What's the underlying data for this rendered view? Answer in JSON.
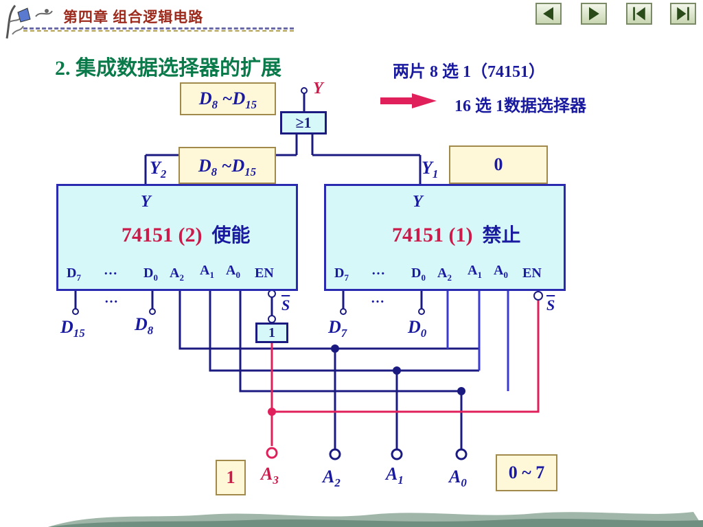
{
  "header": {
    "chapter_title": "第四章  组合逻辑电路"
  },
  "nav": {
    "buttons": [
      "previous",
      "next",
      "first",
      "last"
    ]
  },
  "slide": {
    "section_title": "2.  集成数据选择器的扩展",
    "subtitle_line1": "两片 8 选 1（74151）",
    "subtitle_line2": "16 选 1数据选择器"
  },
  "diagram": {
    "output_Y": "Y",
    "or_gate_label": "≥1",
    "top_data_box": {
      "main": "D",
      "sub1": "8",
      "sep": " ~D",
      "sub2": "15"
    },
    "y2_label": {
      "main": "Y",
      "sub": "2"
    },
    "y1_label": {
      "main": "Y",
      "sub": "1"
    },
    "middle_data_box": {
      "main": "D",
      "sub1": "8",
      "sep": " ~D",
      "sub2": "15"
    },
    "right_value_box": "0",
    "chip2": {
      "y": "Y",
      "name": "74151 (2)",
      "mode": "使能",
      "pins": {
        "d7": "D",
        "d7sub": "7",
        "dots": "…",
        "d0": "D",
        "d0sub": "0",
        "a2": "A",
        "a2sub": "2",
        "a1": "A",
        "a1sub": "1",
        "a0": "A",
        "a0sub": "0",
        "en": "EN"
      }
    },
    "chip1": {
      "y": "Y",
      "name": "74151 (1)",
      "mode": "禁止",
      "pins": {
        "d7": "D",
        "d7sub": "7",
        "dots": "…",
        "d0": "D",
        "d0sub": "0",
        "a2": "A",
        "a2sub": "2",
        "a1": "A",
        "a1sub": "1",
        "a0": "A",
        "a0sub": "0",
        "en": "EN"
      }
    },
    "s_bar": "S",
    "inverter_label": "1",
    "left_inputs": {
      "d15": "D",
      "d15sub": "15",
      "dots": "…",
      "d8": "D",
      "d8sub": "8"
    },
    "right_inputs": {
      "d7": "D",
      "d7sub": "7",
      "dots": "…",
      "d0": "D",
      "d0sub": "0"
    },
    "address_inputs": [
      {
        "main": "A",
        "sub": "3"
      },
      {
        "main": "A",
        "sub": "2"
      },
      {
        "main": "A",
        "sub": "1"
      },
      {
        "main": "A",
        "sub": "0"
      }
    ],
    "a3_value_box": "1",
    "low_address_value_box": "0 ~ 7"
  },
  "colors": {
    "wire_navy": "#1a1a80",
    "wire_pink": "#e0205a",
    "wire_blue": "#3a3ad0",
    "chip_fill": "#d6f8f8",
    "title_green": "#0a7a4a",
    "header_red": "#9c2a1c"
  }
}
